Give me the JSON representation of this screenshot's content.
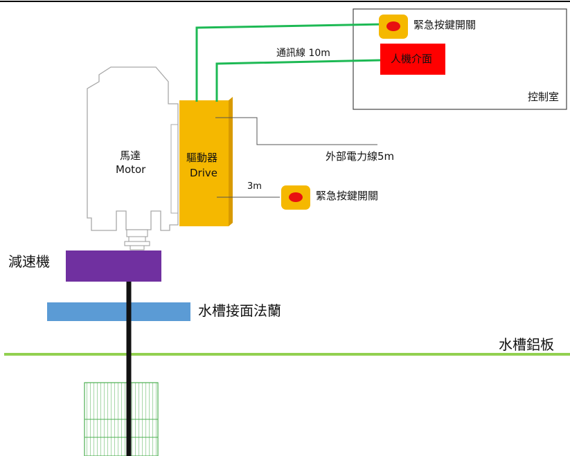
{
  "control_room": {
    "label": "控制室"
  },
  "emergency_switch_top": {
    "label": "緊急按鍵開關"
  },
  "hmi": {
    "label": "人機介面"
  },
  "comm_cable": {
    "label": "通訊線 10m"
  },
  "external_power": {
    "label": "外部電力線5m"
  },
  "emergency_switch_side": {
    "label": "緊急按鍵開關",
    "cable_label": "3m"
  },
  "motor": {
    "label_zh": "馬達",
    "label_en": "Motor"
  },
  "drive": {
    "label_zh": "驅動器",
    "label_en": "Drive"
  },
  "reducer": {
    "label": "減速機"
  },
  "flange": {
    "label": "水槽接面法蘭"
  },
  "tank_plate": {
    "label": "水槽鋁板"
  },
  "colors": {
    "cable_green": "#1db954",
    "drive_orange": "#f5b800",
    "hmi_red": "#ff0000",
    "emergency_red": "#e81010",
    "reducer_purple": "#7030a0",
    "flange_blue": "#5b9bd5",
    "tank_line": "#92d050"
  }
}
